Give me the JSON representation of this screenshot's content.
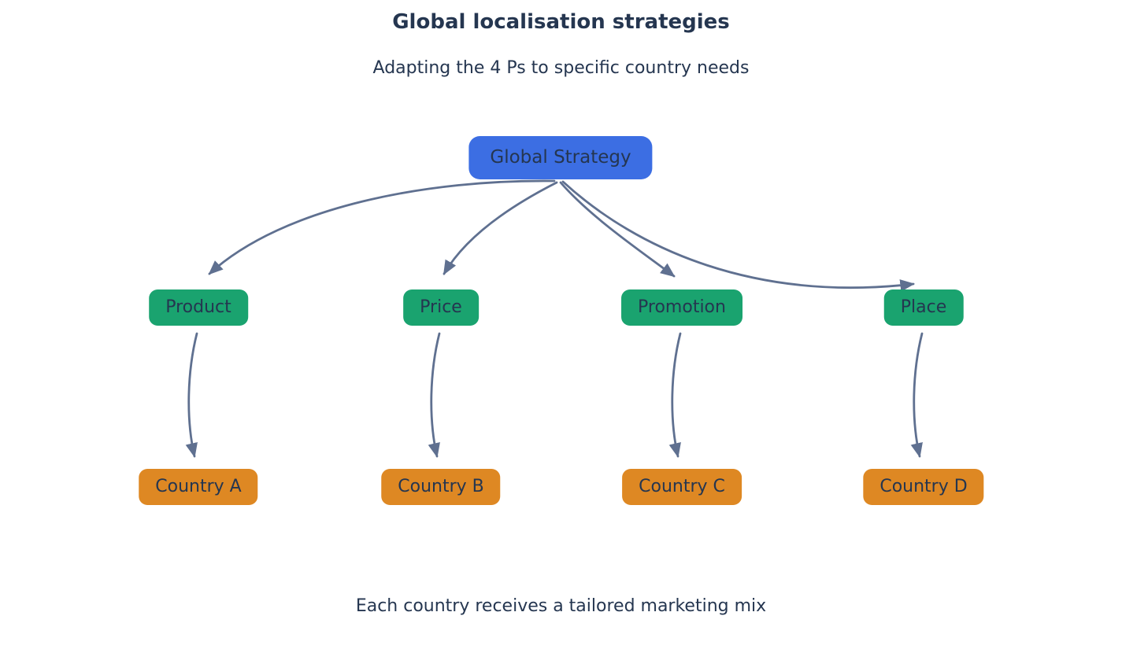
{
  "title": "Global localisation strategies",
  "subtitle": "Adapting the 4 Ps to specific country needs",
  "caption": "Each country receives a tailored marketing mix",
  "colors": {
    "root": "#3c6ee3",
    "p": "#1aa36f",
    "country": "#de8823",
    "arrow": "#5f7090",
    "text": "#253650"
  },
  "diagram": {
    "root": {
      "label": "Global Strategy"
    },
    "ps": [
      {
        "label": "Product"
      },
      {
        "label": "Price"
      },
      {
        "label": "Promotion"
      },
      {
        "label": "Place"
      }
    ],
    "countries": [
      {
        "label": "Country A"
      },
      {
        "label": "Country B"
      },
      {
        "label": "Country C"
      },
      {
        "label": "Country D"
      }
    ],
    "edges": [
      {
        "from": "Global Strategy",
        "to": "Product"
      },
      {
        "from": "Global Strategy",
        "to": "Price"
      },
      {
        "from": "Global Strategy",
        "to": "Promotion"
      },
      {
        "from": "Global Strategy",
        "to": "Place"
      },
      {
        "from": "Product",
        "to": "Country A"
      },
      {
        "from": "Price",
        "to": "Country B"
      },
      {
        "from": "Promotion",
        "to": "Country C"
      },
      {
        "from": "Place",
        "to": "Country D"
      }
    ]
  }
}
